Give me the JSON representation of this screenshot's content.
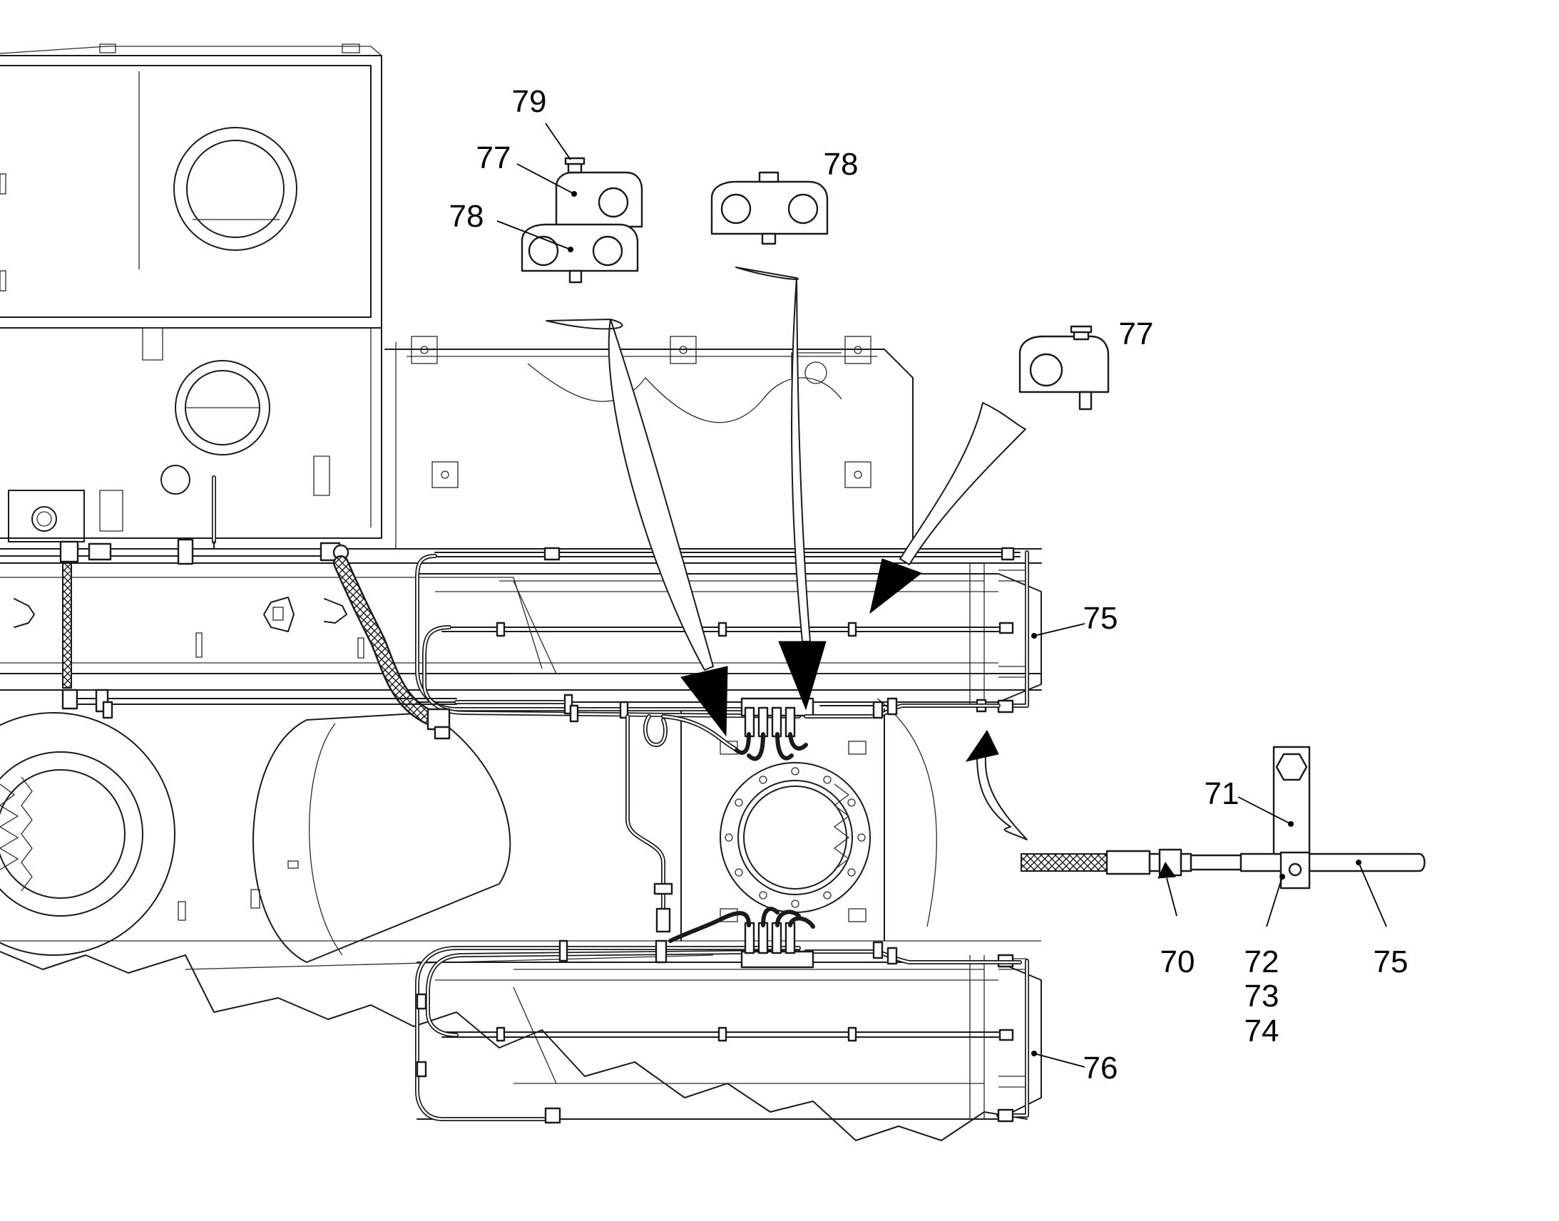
{
  "callouts": {
    "c79": "79",
    "c77_top": "77",
    "c78_left": "78",
    "c78_mid": "78",
    "c77_right": "77",
    "c75_upper": "75",
    "c76": "76",
    "c71": "71",
    "c70": "70",
    "c72": "72",
    "c73": "73",
    "c74": "74",
    "c75_detail": "75"
  },
  "colors": {
    "ink": "#000000",
    "background": "#ffffff"
  }
}
